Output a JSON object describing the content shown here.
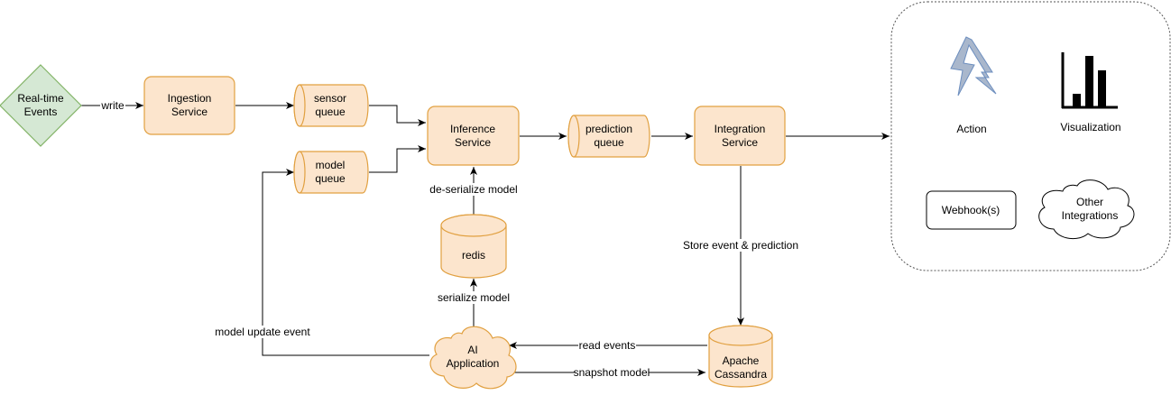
{
  "nodes": {
    "realtime_events": "Real-time\nEvents",
    "ingestion_service": "Ingestion\nService",
    "sensor_queue": "sensor\nqueue",
    "model_queue": "model\nqueue",
    "inference_service": "Inference\nService",
    "prediction_queue": "prediction\nqueue",
    "integration_service": "Integration\nService",
    "redis": "redis",
    "ai_application": "AI\nApplication",
    "apache_cassandra": "Apache\nCassandra",
    "action": "Action",
    "visualization": "Visualization",
    "webhooks": "Webhook(s)",
    "other_integrations": "Other\nIntegrations"
  },
  "edges": {
    "write": "write",
    "de_serialize_model": "de-serialize model",
    "serialize_model": "serialize model",
    "store_event_prediction": "Store event & prediction",
    "model_update_event": "model update event",
    "read_events": "read events",
    "snapshot_model": "snapshot model"
  },
  "colors": {
    "node_fill": "#fce5cd",
    "node_stroke": "#e1a040",
    "event_fill": "#d5e8d4",
    "event_stroke": "#82b366",
    "lightning_fill": "#a9b7cc",
    "lightning_stroke": "#6c8ebf"
  },
  "icons": {
    "action": "lightning-icon",
    "visualization": "bar-chart-icon"
  }
}
